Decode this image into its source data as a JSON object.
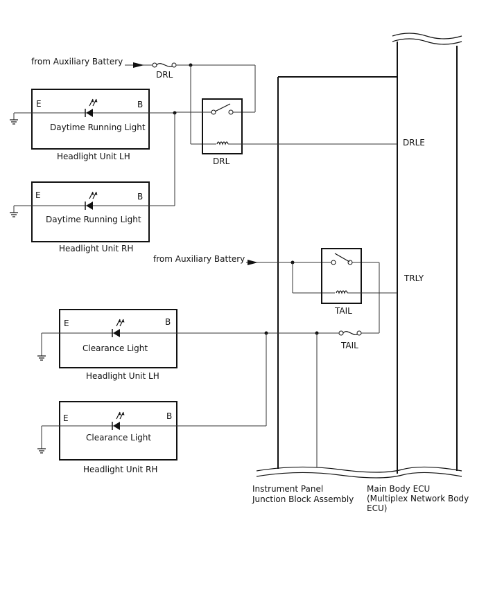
{
  "feeds": {
    "top": "from Auxiliary Battery",
    "middle": "from Auxiliary Battery"
  },
  "fuses": {
    "drl": "DRL",
    "tail": "TAIL"
  },
  "relays": {
    "drl": "DRL",
    "tail": "TAIL"
  },
  "terminals": {
    "e": "E",
    "b": "B",
    "drle": "DRLE",
    "trly": "TRLY"
  },
  "lamps": {
    "drl_lh": {
      "function": "Daytime Running Light",
      "unit": "Headlight Unit LH"
    },
    "drl_rh": {
      "function": "Daytime Running Light",
      "unit": "Headlight Unit RH"
    },
    "clr_lh": {
      "function": "Clearance Light",
      "unit": "Headlight Unit LH"
    },
    "clr_rh": {
      "function": "Clearance Light",
      "unit": "Headlight Unit RH"
    }
  },
  "assemblies": {
    "junction_block": [
      "Instrument Panel",
      "Junction Block Assembly"
    ],
    "main_body_ecu": [
      "Main Body ECU",
      "(Multiplex Network Body",
      "ECU)"
    ]
  }
}
